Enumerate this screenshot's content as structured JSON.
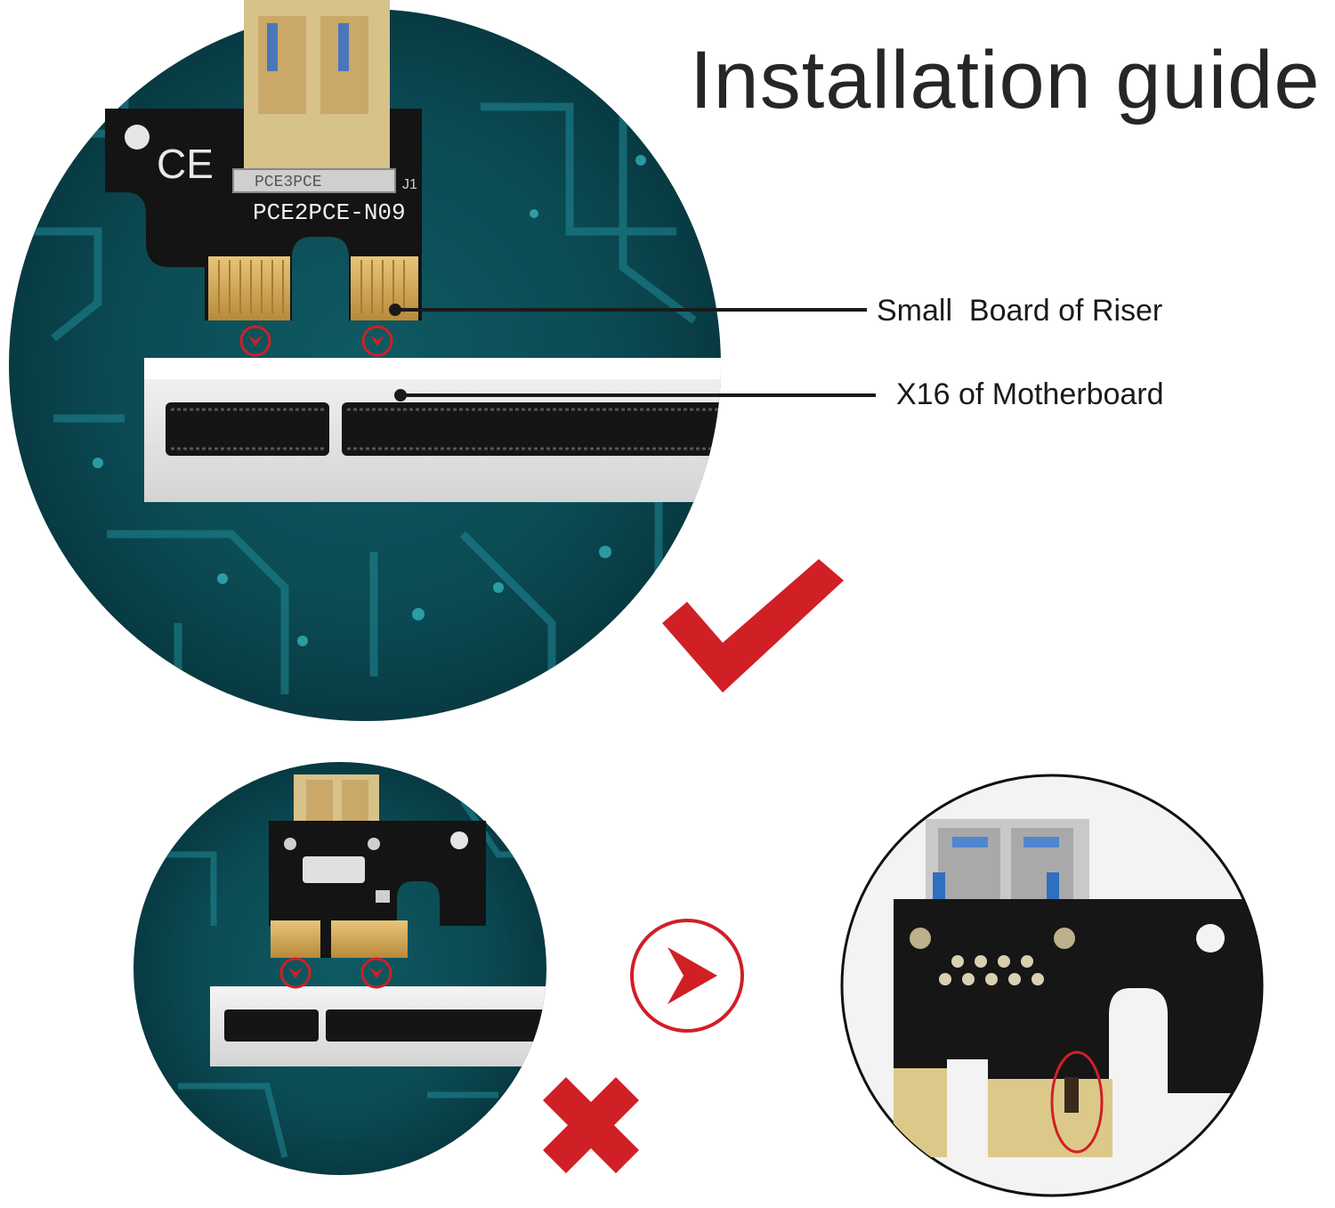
{
  "title": "Installation guide",
  "callouts": {
    "riser": "Small  Board of Riser",
    "motherboard": "X16 of Motherboard"
  },
  "board": {
    "model_label": "PCE2PCE-N09",
    "connector_label": "PCE3PCE",
    "ce_mark": "CE",
    "j1_label": "J1"
  },
  "marks": {
    "correct": "check-icon",
    "incorrect": "cross-icon",
    "next": "arrow-right-icon"
  },
  "colors": {
    "accent_red": "#d11f26",
    "pcb_teal": "#0c4b55",
    "board_black": "#141414",
    "gold": "#d8b25c"
  }
}
